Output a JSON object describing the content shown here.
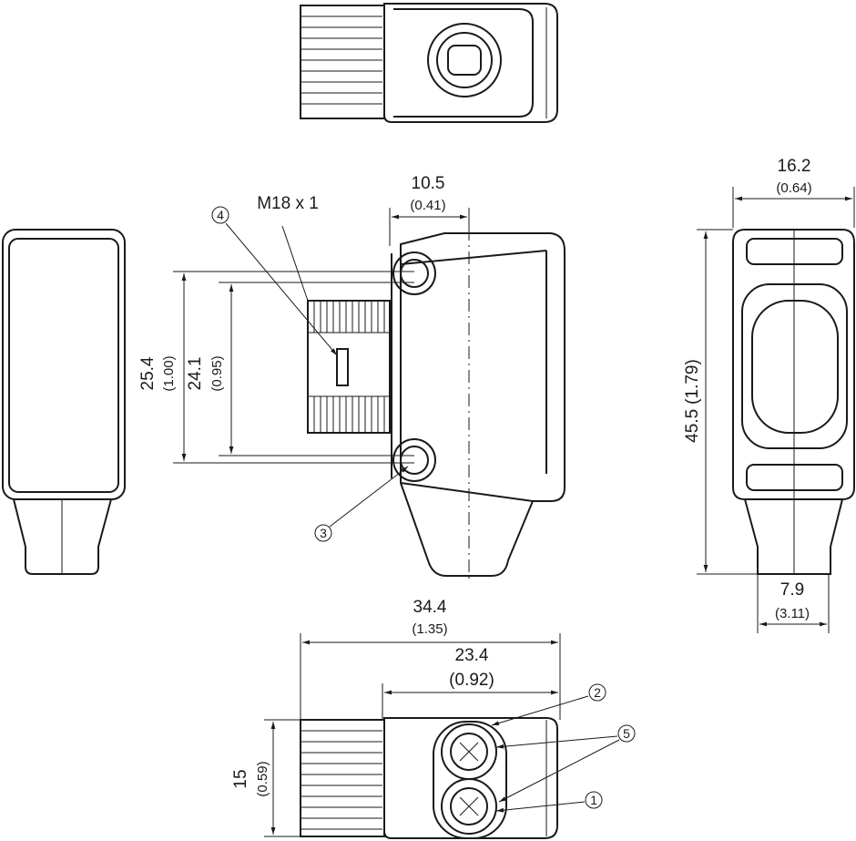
{
  "drawing": {
    "thread_label": "M18 x 1",
    "dimensions": {
      "lens_offset": {
        "mm": "10.5",
        "in": "(0.41)"
      },
      "width": {
        "mm": "16.2",
        "in": "(0.64)"
      },
      "height": {
        "mm": "45.5",
        "in": "(1.79)"
      },
      "hole_spacing_outer": {
        "mm": "25.4",
        "in": "(1.00)"
      },
      "hole_spacing_inner": {
        "mm": "24.1",
        "in": "(0.95)"
      },
      "connector_width": {
        "mm": "7.9",
        "in": "(3.11)"
      },
      "overall_length": {
        "mm": "34.4",
        "in": "(1.35)"
      },
      "body_length": {
        "mm": "23.4",
        "in": "(0.92)"
      },
      "body_depth": {
        "mm": "15",
        "in": "(0.59)"
      }
    },
    "callouts": [
      "1",
      "2",
      "3",
      "4",
      "5"
    ]
  }
}
